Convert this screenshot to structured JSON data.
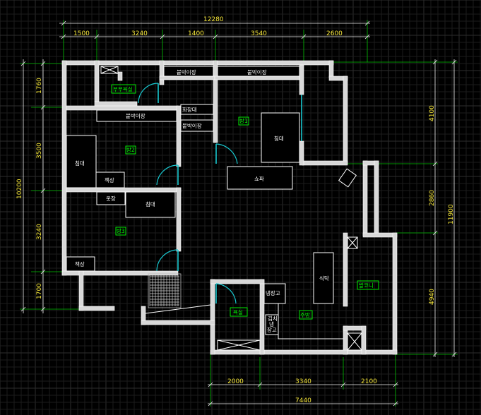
{
  "dimensions": {
    "top_total": "12280",
    "top_segments": [
      "1500",
      "3240",
      "1400",
      "3540",
      "2600"
    ],
    "left_total": "10200",
    "left_segments": [
      "1760",
      "3500",
      "3240",
      "1700"
    ],
    "right_upper": "4100",
    "right_middle": "2860",
    "right_lower": "4940",
    "right_total": "11900",
    "bottom_total": "7440",
    "bottom_segments": [
      "2000",
      "3340",
      "2100"
    ]
  },
  "rooms": {
    "master_bath": "부부욕실",
    "room2": "방2",
    "room1": "방1",
    "room3": "방3",
    "bath": "욕실",
    "kitchen": "주방",
    "balcony": "발코니"
  },
  "furniture": {
    "built_in_closet_a": "붙박이장",
    "built_in_closet_b": "붙박이장",
    "built_in_closet_c": "붙박이장",
    "built_in_closet_d": "붙박이장",
    "vanity": "화장대",
    "bed_room2": "침대",
    "desk_room2": "책상",
    "bed_room1": "침대",
    "sofa": "쇼파",
    "wardrobe_room3": "옷장",
    "bed_room3": "침대",
    "desk_room3": "책상",
    "dining_table": "식탁",
    "fridge": "냉장고",
    "kimchi_fridge_line1": "김치",
    "kimchi_fridge_line2": "냉",
    "kimchi_fridge_line3": "장고"
  },
  "colors": {
    "background": "#000000",
    "wall": "#d8d8d8",
    "dimension_text": "#f5e63a",
    "extension_line": "#00c000",
    "room_label": "#00ff00",
    "door": "#18c8d0"
  }
}
